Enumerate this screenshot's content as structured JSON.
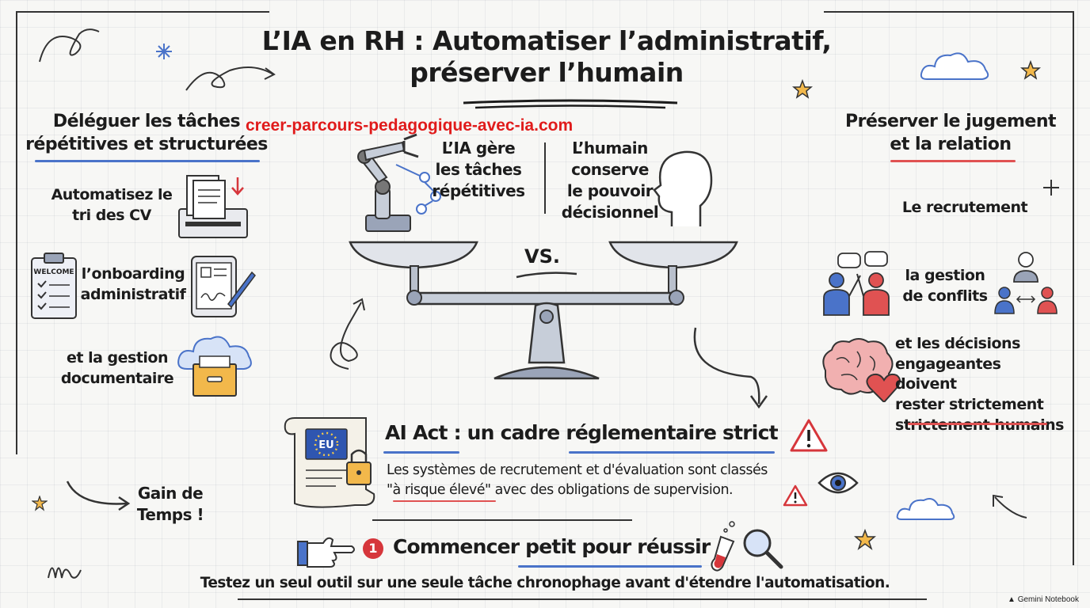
{
  "title": {
    "line1": "L’IA en RH : Automatiser l’administratif,",
    "line2": "préserver l’humain"
  },
  "watermark": "creer-parcours-pedagogique-avec-ia.com",
  "left_section": {
    "heading_line1": "Déléguer les tâches",
    "heading_line2": "répétitives et structurées",
    "items": [
      {
        "line1": "Automatisez le",
        "line2": "tri des CV"
      },
      {
        "line1": "l’onboarding",
        "line2": "administratif"
      },
      {
        "line1": "et la gestion",
        "line2": "documentaire"
      }
    ],
    "welcome_label": "WELCOME",
    "gain_line1": "Gain de",
    "gain_line2": "Temps !"
  },
  "center": {
    "ai_line1": "L’IA gère",
    "ai_line2": "les tâches",
    "ai_line3": "répétitives",
    "human_line1": "L’humain",
    "human_line2": "conserve",
    "human_line3": "le pouvoir",
    "human_line4": "décisionnel",
    "vs": "VS."
  },
  "right_section": {
    "heading_line1": "Préserver le jugement",
    "heading_line2": "et la relation",
    "recruitment": "Le recrutement",
    "conflict_line1": "la gestion",
    "conflict_line2": "de conflits",
    "decision_line1": "et les décisions",
    "decision_line2": "engageantes doivent",
    "decision_line3": "rester strictement",
    "decision_line4": "strictement humains"
  },
  "ai_act": {
    "eu_label": "EU",
    "heading": "AI Act : un cadre réglementaire strict",
    "body_line1": "Les systèmes de recrutement et d'évaluation sont classés",
    "body_line2": "\"à risque élevé\" avec des obligations de supervision."
  },
  "start_small": {
    "badge": "1",
    "heading": "Commencer petit pour réussir",
    "body": "Testez un seul outil sur une seule tâche chronophage avant d'étendre l'automatisation."
  },
  "footer": {
    "brand": "Gemini Notebook"
  },
  "colors": {
    "accent_blue": "#4a73c9",
    "accent_red": "#e05252",
    "watermark_red": "#e01b1b",
    "warning_red": "#d6363b",
    "folder_yellow": "#f2b84b"
  }
}
